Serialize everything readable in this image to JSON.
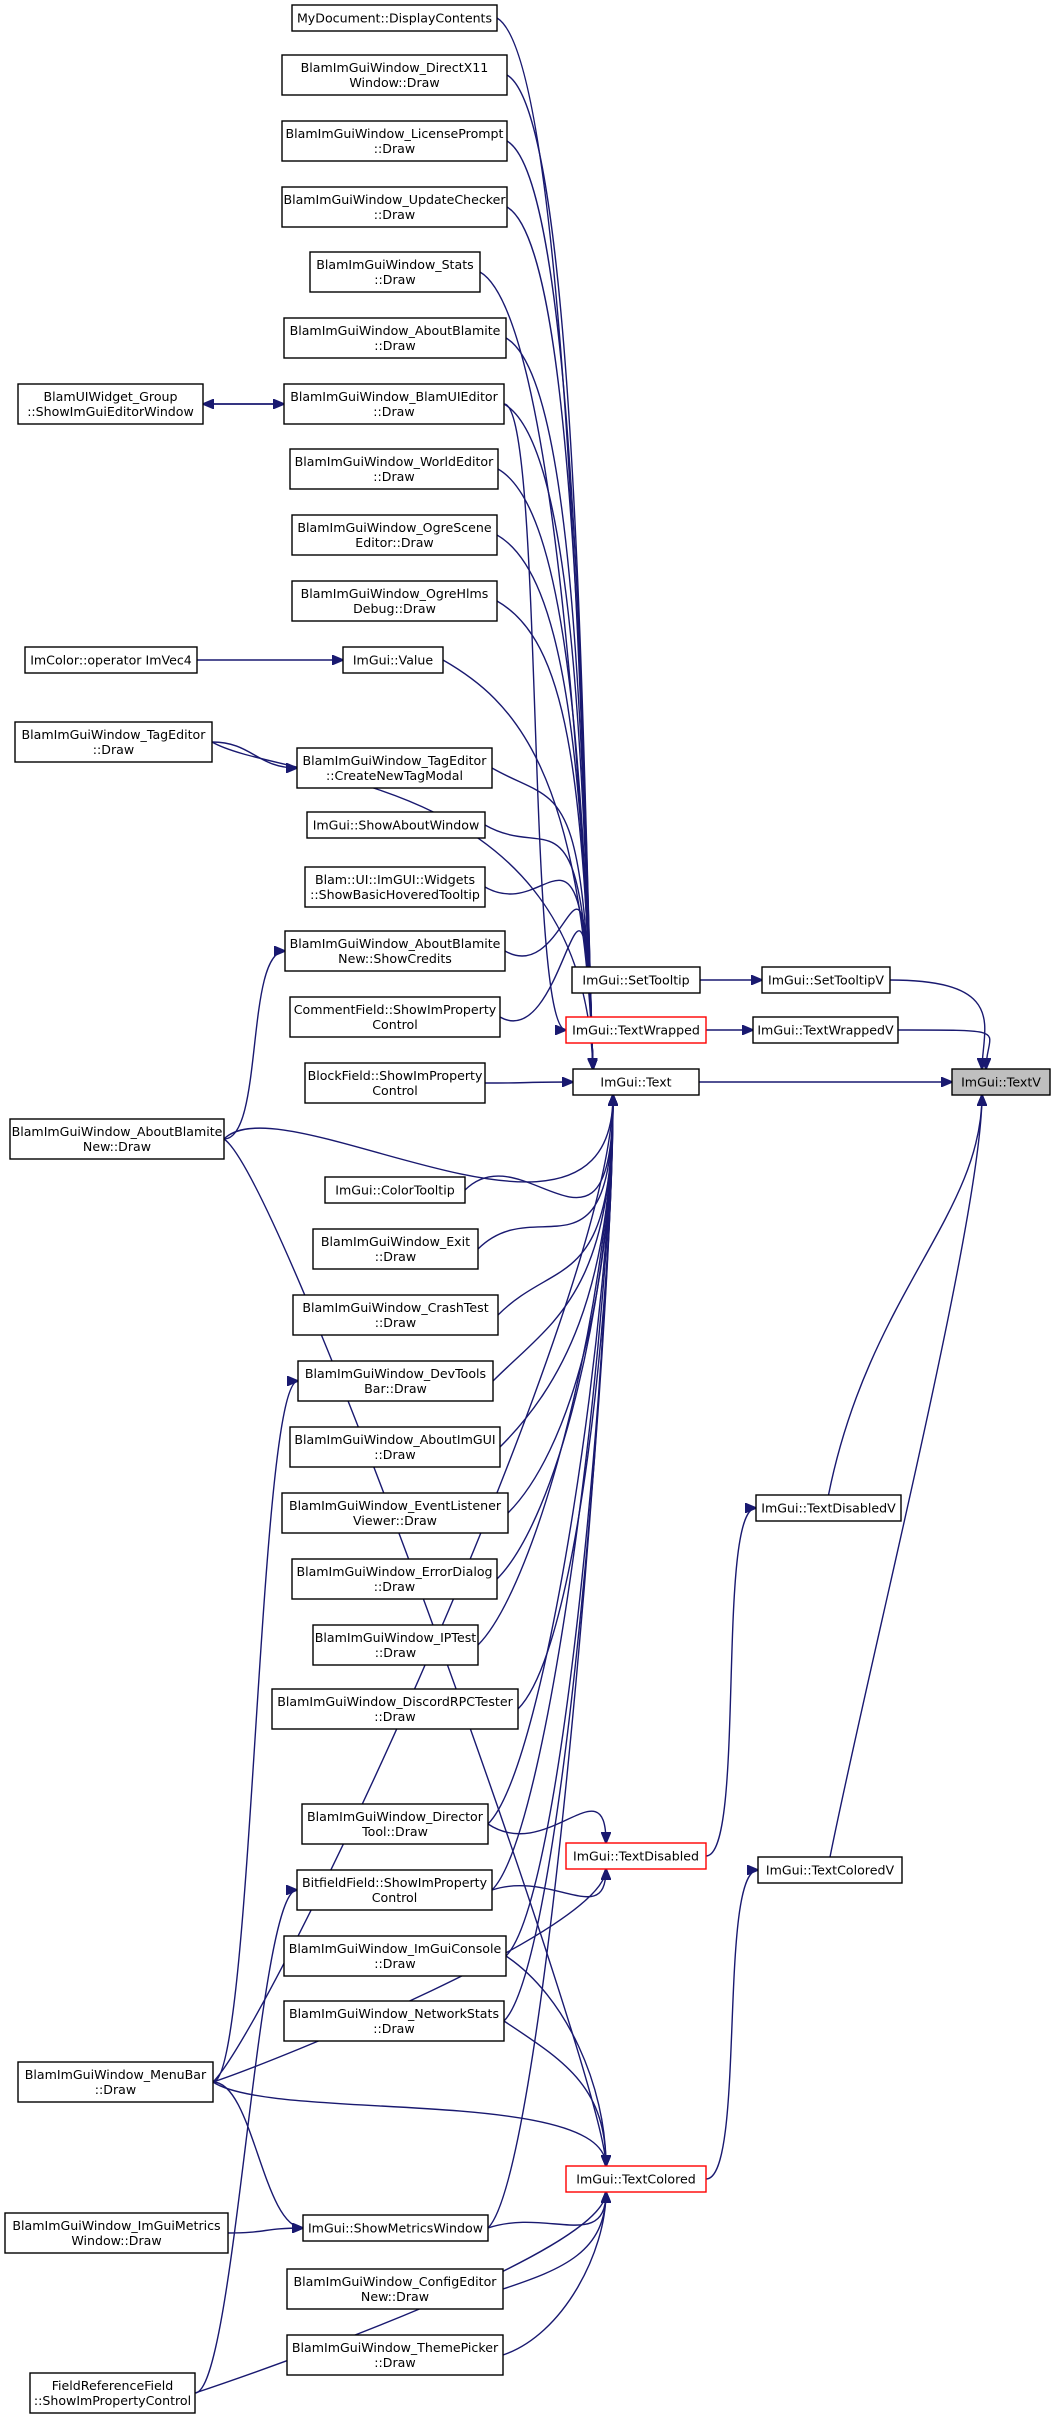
{
  "nodes": [
    {
      "id": "n1",
      "lines": [
        "MyDocument::DisplayContents"
      ]
    },
    {
      "id": "n2",
      "lines": [
        "BlamImGuiWindow_DirectX11",
        "Window::Draw"
      ]
    },
    {
      "id": "n3",
      "lines": [
        "BlamImGuiWindow_LicensePrompt",
        "::Draw"
      ]
    },
    {
      "id": "n4",
      "lines": [
        "BlamImGuiWindow_UpdateChecker",
        "::Draw"
      ]
    },
    {
      "id": "n5",
      "lines": [
        "BlamImGuiWindow_Stats",
        "::Draw"
      ]
    },
    {
      "id": "n6",
      "lines": [
        "BlamImGuiWindow_AboutBlamite",
        "::Draw"
      ]
    },
    {
      "id": "n7",
      "lines": [
        "BlamImGuiWindow_BlamUIEditor",
        "::Draw"
      ]
    },
    {
      "id": "n8",
      "lines": [
        "BlamUIWidget_Group",
        "::ShowImGuiEditorWindow"
      ]
    },
    {
      "id": "n9",
      "lines": [
        "BlamImGuiWindow_WorldEditor",
        "::Draw"
      ]
    },
    {
      "id": "n10",
      "lines": [
        "BlamImGuiWindow_OgreScene",
        "Editor::Draw"
      ]
    },
    {
      "id": "n11",
      "lines": [
        "BlamImGuiWindow_OgreHlms",
        "Debug::Draw"
      ]
    },
    {
      "id": "n12",
      "lines": [
        "ImColor::operator ImVec4"
      ]
    },
    {
      "id": "n13",
      "lines": [
        "ImGui::Value"
      ]
    },
    {
      "id": "n14",
      "lines": [
        "BlamImGuiWindow_TagEditor",
        "::Draw"
      ]
    },
    {
      "id": "n15",
      "lines": [
        "BlamImGuiWindow_TagEditor",
        "::CreateNewTagModal"
      ]
    },
    {
      "id": "n16",
      "lines": [
        "ImGui::ShowAboutWindow"
      ]
    },
    {
      "id": "n17",
      "lines": [
        "Blam::UI::ImGUI::Widgets",
        "::ShowBasicHoveredTooltip"
      ]
    },
    {
      "id": "n18",
      "lines": [
        "BlamImGuiWindow_AboutBlamite",
        "New::ShowCredits"
      ]
    },
    {
      "id": "n19",
      "lines": [
        "CommentField::ShowImProperty",
        "Control"
      ]
    },
    {
      "id": "n20",
      "lines": [
        "BlockField::ShowImProperty",
        "Control"
      ]
    },
    {
      "id": "n21",
      "lines": [
        "BlamImGuiWindow_AboutBlamite",
        "New::Draw"
      ]
    },
    {
      "id": "n22",
      "lines": [
        "ImGui::ColorTooltip"
      ]
    },
    {
      "id": "n23",
      "lines": [
        "BlamImGuiWindow_Exit",
        "::Draw"
      ]
    },
    {
      "id": "n24",
      "lines": [
        "BlamImGuiWindow_CrashTest",
        "::Draw"
      ]
    },
    {
      "id": "n25",
      "lines": [
        "BlamImGuiWindow_DevTools",
        "Bar::Draw"
      ]
    },
    {
      "id": "n26",
      "lines": [
        "BlamImGuiWindow_AboutImGUI",
        "::Draw"
      ]
    },
    {
      "id": "n27",
      "lines": [
        "BlamImGuiWindow_EventListener",
        "Viewer::Draw"
      ]
    },
    {
      "id": "n28",
      "lines": [
        "BlamImGuiWindow_ErrorDialog",
        "::Draw"
      ]
    },
    {
      "id": "n29",
      "lines": [
        "BlamImGuiWindow_IPTest",
        "::Draw"
      ]
    },
    {
      "id": "n30",
      "lines": [
        "BlamImGuiWindow_DiscordRPCTester",
        "::Draw"
      ]
    },
    {
      "id": "n31",
      "lines": [
        "BlamImGuiWindow_Director",
        "Tool::Draw"
      ]
    },
    {
      "id": "n32",
      "lines": [
        "BitfieldField::ShowImProperty",
        "Control"
      ]
    },
    {
      "id": "n33",
      "lines": [
        "BlamImGuiWindow_ImGuiConsole",
        "::Draw"
      ]
    },
    {
      "id": "n34",
      "lines": [
        "BlamImGuiWindow_NetworkStats",
        "::Draw"
      ]
    },
    {
      "id": "n35",
      "lines": [
        "BlamImGuiWindow_MenuBar",
        "::Draw"
      ]
    },
    {
      "id": "n36",
      "lines": [
        "BlamImGuiWindow_ImGuiMetrics",
        "Window::Draw"
      ]
    },
    {
      "id": "n37",
      "lines": [
        "ImGui::ShowMetricsWindow"
      ]
    },
    {
      "id": "n38",
      "lines": [
        "BlamImGuiWindow_ConfigEditor",
        "New::Draw"
      ]
    },
    {
      "id": "n39",
      "lines": [
        "BlamImGuiWindow_ThemePicker",
        "::Draw"
      ]
    },
    {
      "id": "n40",
      "lines": [
        "FieldReferenceField",
        "::ShowImPropertyControl"
      ]
    },
    {
      "id": "t1",
      "lines": [
        "ImGui::SetTooltip"
      ]
    },
    {
      "id": "t2",
      "lines": [
        "ImGui::SetTooltipV"
      ]
    },
    {
      "id": "t3",
      "lines": [
        "ImGui::TextWrapped"
      ]
    },
    {
      "id": "t4",
      "lines": [
        "ImGui::TextWrappedV"
      ]
    },
    {
      "id": "t5",
      "lines": [
        "ImGui::Text"
      ]
    },
    {
      "id": "t6",
      "lines": [
        "ImGui::TextV"
      ]
    },
    {
      "id": "t7",
      "lines": [
        "ImGui::TextDisabledV"
      ]
    },
    {
      "id": "t8",
      "lines": [
        "ImGui::TextDisabled"
      ]
    },
    {
      "id": "t9",
      "lines": [
        "ImGui::TextColoredV"
      ]
    },
    {
      "id": "t10",
      "lines": [
        "ImGui::TextColored"
      ]
    }
  ],
  "edges": [
    {
      "from": "t2",
      "to": "t6"
    },
    {
      "from": "t4",
      "to": "t6"
    },
    {
      "from": "t5",
      "to": "t6"
    },
    {
      "from": "t7",
      "to": "t6"
    },
    {
      "from": "t9",
      "to": "t6"
    },
    {
      "from": "t1",
      "to": "t2"
    },
    {
      "from": "t3",
      "to": "t4"
    },
    {
      "from": "t8",
      "to": "t7"
    },
    {
      "from": "t10",
      "to": "t9"
    },
    {
      "from": "n1",
      "to": "t5"
    },
    {
      "from": "n2",
      "to": "t5"
    },
    {
      "from": "n3",
      "to": "t5"
    },
    {
      "from": "n4",
      "to": "t5"
    },
    {
      "from": "n5",
      "to": "t5"
    },
    {
      "from": "n6",
      "to": "t5"
    },
    {
      "from": "n7",
      "to": "t5"
    },
    {
      "from": "n9",
      "to": "t5"
    },
    {
      "from": "n10",
      "to": "t5"
    },
    {
      "from": "n11",
      "to": "t5"
    },
    {
      "from": "n13",
      "to": "t5"
    },
    {
      "from": "n14",
      "to": "t5"
    },
    {
      "from": "n15",
      "to": "t5"
    },
    {
      "from": "n16",
      "to": "t5"
    },
    {
      "from": "n17",
      "to": "t5"
    },
    {
      "from": "n18",
      "to": "t5"
    },
    {
      "from": "n19",
      "to": "t5"
    },
    {
      "from": "n20",
      "to": "t5"
    },
    {
      "from": "n21",
      "to": "t5"
    },
    {
      "from": "n22",
      "to": "t5"
    },
    {
      "from": "n23",
      "to": "t5"
    },
    {
      "from": "n24",
      "to": "t5"
    },
    {
      "from": "n25",
      "to": "t5"
    },
    {
      "from": "n26",
      "to": "t5"
    },
    {
      "from": "n27",
      "to": "t5"
    },
    {
      "from": "n28",
      "to": "t5"
    },
    {
      "from": "n29",
      "to": "t5"
    },
    {
      "from": "n30",
      "to": "t5"
    },
    {
      "from": "n31",
      "to": "t5"
    },
    {
      "from": "n32",
      "to": "t5"
    },
    {
      "from": "n33",
      "to": "t5"
    },
    {
      "from": "n34",
      "to": "t5"
    },
    {
      "from": "n35",
      "to": "t5"
    },
    {
      "from": "n37",
      "to": "t5"
    },
    {
      "from": "n7",
      "to": "t3"
    },
    {
      "from": "n7",
      "to": "n8"
    },
    {
      "from": "n8",
      "to": "n7"
    },
    {
      "from": "n12",
      "to": "n13"
    },
    {
      "from": "n14",
      "to": "n15"
    },
    {
      "from": "n21",
      "to": "n18"
    },
    {
      "from": "n35",
      "to": "n25"
    },
    {
      "from": "n31",
      "to": "t8"
    },
    {
      "from": "n32",
      "to": "t8"
    },
    {
      "from": "n35",
      "to": "t8"
    },
    {
      "from": "n21",
      "to": "t10"
    },
    {
      "from": "n33",
      "to": "t10"
    },
    {
      "from": "n34",
      "to": "t10"
    },
    {
      "from": "n35",
      "to": "t10"
    },
    {
      "from": "n37",
      "to": "t10"
    },
    {
      "from": "n38",
      "to": "t10"
    },
    {
      "from": "n39",
      "to": "t10"
    },
    {
      "from": "n40",
      "to": "t10"
    },
    {
      "from": "n35",
      "to": "n37"
    },
    {
      "from": "n36",
      "to": "n37"
    },
    {
      "from": "n40",
      "to": "n32"
    }
  ]
}
